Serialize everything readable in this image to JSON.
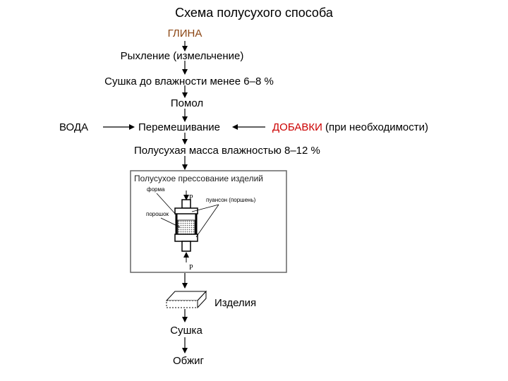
{
  "title": "Схема полусухого способа",
  "steps": {
    "clay": "ГЛИНА",
    "loosening": "Рыхление (измельчение)",
    "drying1": "Сушка до влажности менее 6–8 %",
    "grinding": "Помол",
    "water": "ВОДА",
    "mixing": "Перемешивание",
    "additives": "ДОБАВКИ",
    "additives_note": " (при необходимости)",
    "semidry_mass": "Полусухая масса влажностью 8–12 %",
    "products": "Изделия",
    "drying2": "Сушка",
    "firing": "Обжиг"
  },
  "press_box": {
    "title": "Полусухое прессование изделий",
    "label_form": "форма",
    "label_punch": "пуансон (поршень)",
    "label_powder": "порошок",
    "pressure_top": "P",
    "pressure_bottom": "P"
  },
  "colors": {
    "clay": "#8B4513",
    "additives": "#cc0000",
    "text": "#000000",
    "box_border": "#555555"
  }
}
